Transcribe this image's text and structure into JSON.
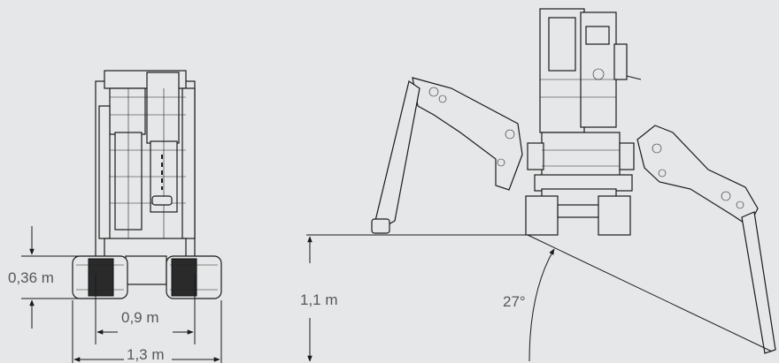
{
  "diagram": {
    "background": "#e6e7e8",
    "line_color": "#1a1a1a",
    "label_color": "#55575a",
    "labels": {
      "track_height": "0,36 m",
      "track_gauge": "0,9 m",
      "overall_width": "1,3 m",
      "ground_height": "1,1 m",
      "angle": "27°"
    }
  }
}
